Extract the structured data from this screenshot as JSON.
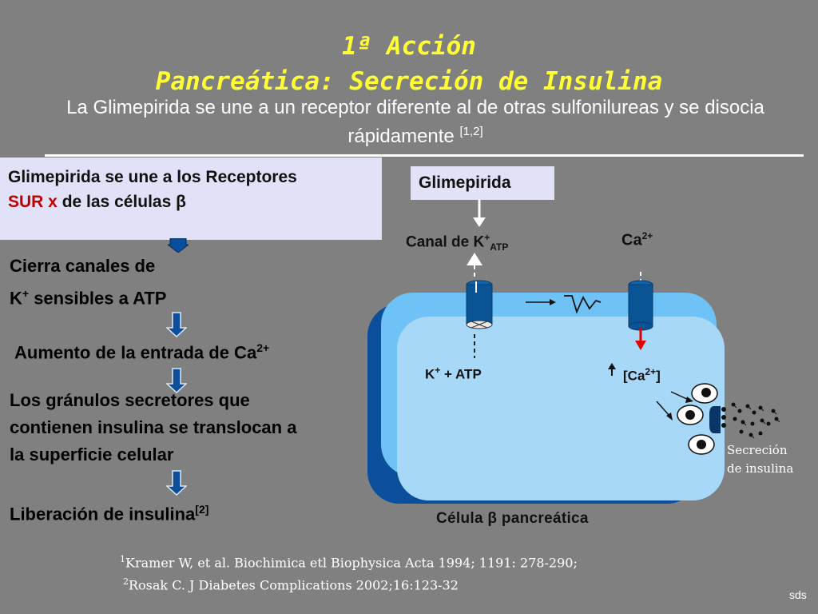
{
  "title": {
    "line1": "1ª Acción",
    "line2": "Pancreática: Secreción de Insulina"
  },
  "subtitle": {
    "text": "La Glimepirida se une a un receptor diferente al de otras sulfonilureas y se disocia rápidamente",
    "sup": "[1,2]"
  },
  "left_box": {
    "line1": "Glimepirida se une a los Receptores",
    "sur_text": "SUR x",
    "line2_rest": " de las células β"
  },
  "steps": {
    "s1_line1": "Cierra canales de",
    "s1_line2_k": "K",
    "s1_line2_sup": "+",
    "s1_line2_rest": " sensibles a ATP",
    "s2_text": "Aumento de la entrada de Ca",
    "s2_sup": "2+",
    "s3_line1": "Los gránulos secretores que",
    "s3_line2": "contienen insulina se translocan a",
    "s3_line3": "la superficie celular",
    "s4_text": "Liberación de insulina",
    "s4_sup": "[2]"
  },
  "diagram": {
    "glimepirida_label": "Glimepirida",
    "canal_label": "Canal de K",
    "canal_sup": "+",
    "canal_sub": "ATP",
    "ca_label": "Ca",
    "ca_sup": "2+",
    "katp_k": "K",
    "katp_sup": "+",
    "katp_rest": " + ATP",
    "ca_inner_open": "[Ca",
    "ca_inner_sup": "2+",
    "ca_inner_close": "]",
    "cell_label": "Célula β pancreática",
    "secretion_line1": "Secreción",
    "secretion_line2": "de insulina"
  },
  "references": {
    "ref1_sup": "1",
    "ref1_text": "Kramer W, et al. Biochimica etl Biophysica Acta 1994; 1191: 278-290;",
    "ref2_sup": "2",
    "ref2_text": "Rosak C. J Diabetes Complications 2002;16:123-32"
  },
  "footer_mark": "sds",
  "colors": {
    "background": "#808080",
    "title": "#ffff33",
    "panel": "#e1e1f7",
    "cell_dark": "#0b4f9c",
    "cell_mid": "#6ec2f5",
    "cell_light": "#a8d8f8",
    "channel": "#0a5496",
    "accent_red": "#c00000"
  },
  "icons": {
    "down_arrow": "down-arrow-icon",
    "right_arrow": "right-arrow-icon",
    "action_potential": "action-potential-icon",
    "granule": "granule-icon"
  }
}
